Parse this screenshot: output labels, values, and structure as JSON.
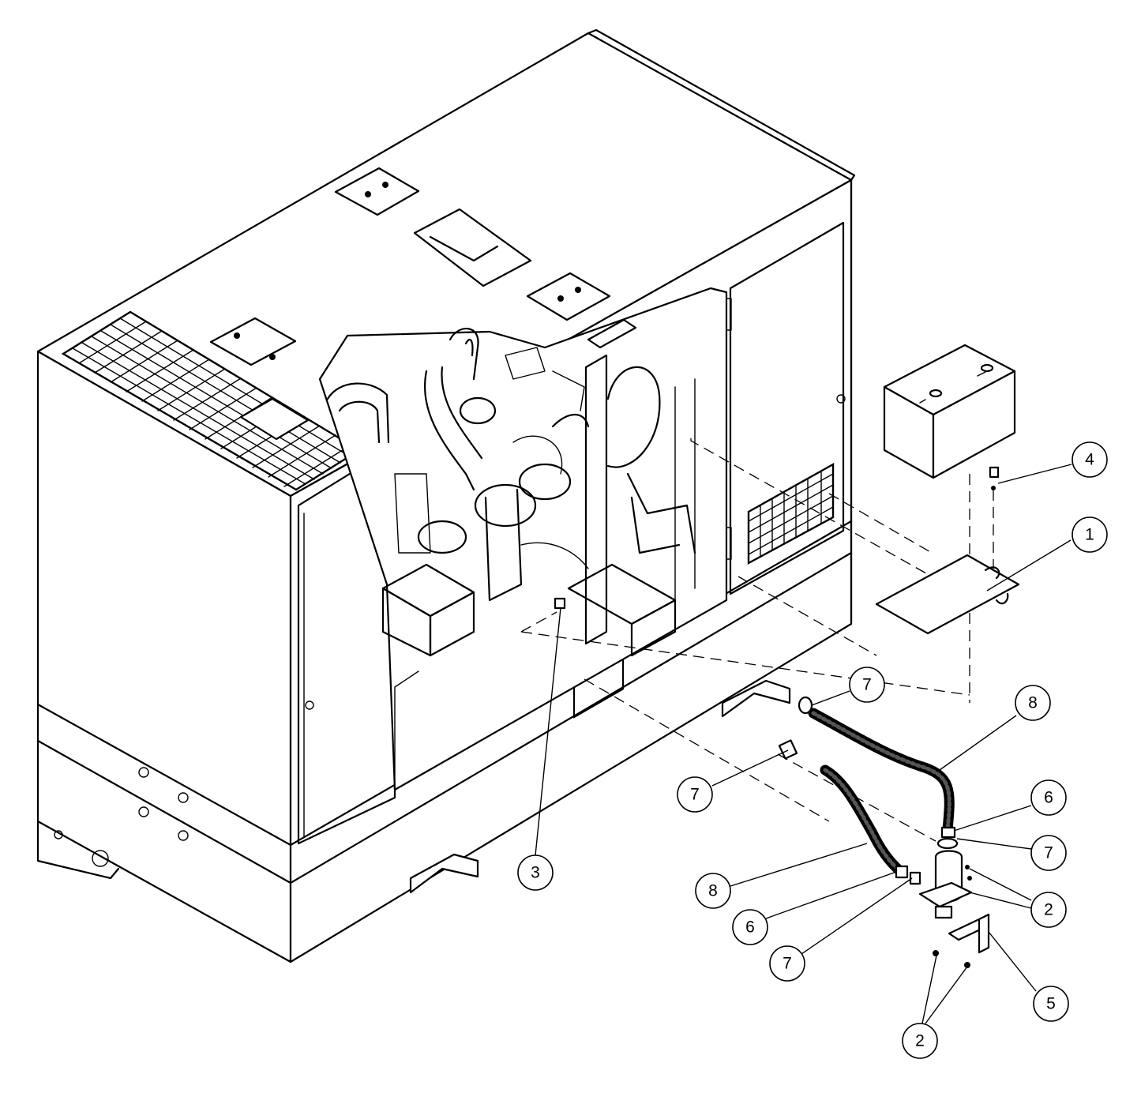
{
  "callouts": [
    {
      "id": "c4",
      "number": "4"
    },
    {
      "id": "c1",
      "number": "1"
    },
    {
      "id": "c7a",
      "number": "7"
    },
    {
      "id": "c8a",
      "number": "8"
    },
    {
      "id": "c7b",
      "number": "7"
    },
    {
      "id": "c6a",
      "number": "6"
    },
    {
      "id": "c7c",
      "number": "7"
    },
    {
      "id": "c3",
      "number": "3"
    },
    {
      "id": "c8b",
      "number": "8"
    },
    {
      "id": "c2a",
      "number": "2"
    },
    {
      "id": "c6b",
      "number": "6"
    },
    {
      "id": "c7d",
      "number": "7"
    },
    {
      "id": "c5",
      "number": "5"
    },
    {
      "id": "c2b",
      "number": "2"
    }
  ]
}
